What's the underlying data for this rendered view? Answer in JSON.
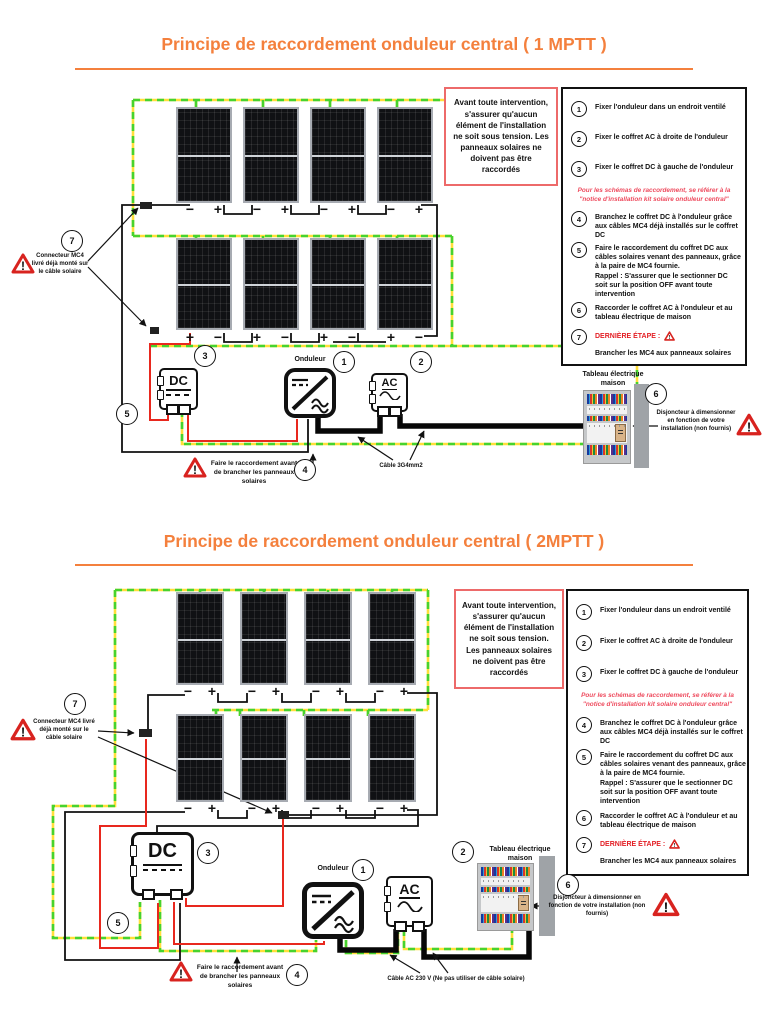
{
  "glyphs": {
    "minus": "−",
    "plus": "+",
    "warning": "!"
  },
  "colors": {
    "accent_orange": "#F4803D",
    "wire_green": "#46D32E",
    "wire_yellow": "#FFDF3A",
    "wire_red": "#E8281E",
    "wire_black": "#111111",
    "warning_red": "#ED6A6A"
  },
  "sections": [
    {
      "title": "Principe de raccordement onduleur central ( 1 MPTT )",
      "warning_box": "Avant toute intervention, s'assurer qu'aucun élément de l'installation ne soit sous tension. Les panneaux solaires ne doivent pas être raccordés",
      "note": "Pour les schémas de raccordement, se référer à la \"notice d'installation kit solaire onduleur central\"",
      "steps": [
        {
          "num": "1",
          "text": "Fixer l'onduleur dans un endroit ventilé"
        },
        {
          "num": "2",
          "text": "Fixer le coffret AC à droite de l'onduleur"
        },
        {
          "num": "3",
          "text": "Fixer le coffret DC à gauche de l'onduleur"
        },
        {
          "num": "4",
          "text": "Branchez le coffret DC à l'onduleur grâce aux câbles MC4 déjà installés sur le coffret DC"
        },
        {
          "num": "5",
          "text": "Faire le raccordement du coffret DC aux câbles solaires venant des panneaux, grâce à la paire de MC4 fournie.\nRappel : S'assurer que le sectionner DC soit sur la position OFF avant toute intervention"
        },
        {
          "num": "6",
          "text": "Raccorder le coffret AC à l'onduleur et au tableau électrique de maison"
        },
        {
          "num": "7",
          "red": "DERNIÈRE ÉTAPE :",
          "text": "Brancher les MC4 aux panneaux solaires"
        }
      ],
      "mc4_label": "Connecteur MC4 livré déjà monté sur le câble solaire",
      "onduleur_label": "Onduleur",
      "dc_label": "DC",
      "ac_label": "AC",
      "tableau_label": "Tableau électrique\nmaison",
      "disjoncteur_label": "Disjoncteur à dimensionner en fonction de votre installation (non fournis)",
      "cable_label": "Câble 3G4mm2",
      "bottom_warning": "Faire le raccordement avant de brancher les panneaux solaires",
      "markers": {
        "onduleur": "1",
        "ac": "2",
        "dc": "3",
        "raccord": "4",
        "cables": "5",
        "tableau": "6",
        "mc4": "7"
      }
    },
    {
      "title": "Principe de raccordement onduleur central (  2MPTT )",
      "warning_box": "Avant toute intervention, s'assurer qu'aucun élément de l'installation ne soit sous tension. Les panneaux solaires ne doivent pas être raccordés",
      "note": "Pour les schémas de raccordement, se référer à la \"notice d'installation kit solaire onduleur central\"",
      "steps": [
        {
          "num": "1",
          "text": "Fixer l'onduleur dans un endroit ventilé"
        },
        {
          "num": "2",
          "text": "Fixer le coffret AC à droite de l'onduleur"
        },
        {
          "num": "3",
          "text": "Fixer le coffret DC à gauche de l'onduleur"
        },
        {
          "num": "4",
          "text": "Branchez le coffret DC à l'onduleur grâce aux câbles MC4 déjà installés sur le coffret DC"
        },
        {
          "num": "5",
          "text": "Faire le raccordement du coffret DC aux câbles solaires venant des panneaux, grâce à la paire de MC4 fournie.\nRappel : S'assurer que le sectionner DC soit sur la position OFF avant toute intervention"
        },
        {
          "num": "6",
          "text": "Raccorder le coffret AC à l'onduleur et au tableau électrique de maison"
        },
        {
          "num": "7",
          "red": "DERNIÈRE ÉTAPE :",
          "text": "Brancher les MC4 aux panneaux solaires"
        }
      ],
      "mc4_label": "Connecteur MC4 livré déjà monté sur le câble solaire",
      "onduleur_label": "Onduleur",
      "dc_label": "DC",
      "ac_label": "AC",
      "tableau_label": "Tableau électrique\nmaison",
      "disjoncteur_label": "Disjoncteur à dimensionner en fonction de votre installation (non fournis)",
      "cable_label": "Câble AC 230 V (Ne pas utiliser de câble solaire)",
      "bottom_warning": "Faire le raccordement avant de brancher les panneaux solaires",
      "markers": {
        "onduleur": "1",
        "ac": "2",
        "dc": "3",
        "raccord": "4",
        "cables": "5",
        "tableau": "6",
        "mc4": "7"
      }
    }
  ]
}
